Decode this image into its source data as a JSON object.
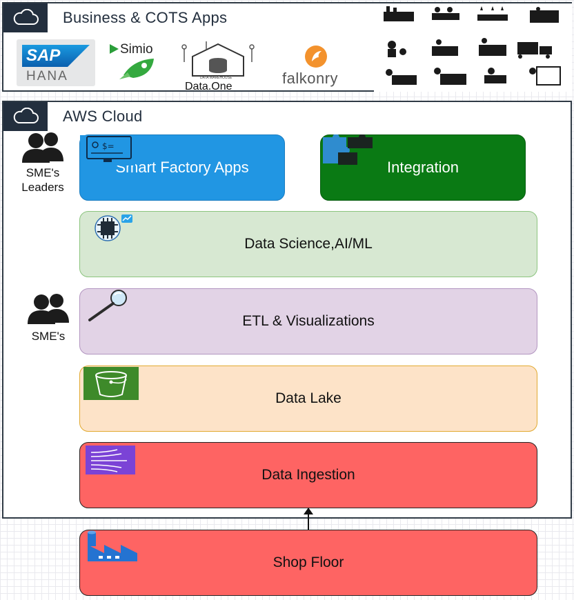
{
  "business": {
    "title": "Business & COTS Apps",
    "vendors": {
      "sap_top": "SAP",
      "sap_bottom": "HANA",
      "simio": "Simio",
      "warehouse_small": "DATA WAREHOUSE",
      "dataone": "Data.One",
      "falkonry": "falkonry"
    }
  },
  "aws": {
    "title": "AWS Cloud"
  },
  "personas": {
    "leaders": "SME's\nLeaders",
    "smes": "SME's"
  },
  "layers": {
    "smart_factory": "Smart Factory Apps",
    "integration": "Integration",
    "data_science": "Data Science,AI/ML",
    "etl": "ETL & Visualizations",
    "data_lake": "Data Lake",
    "ingestion": "Data Ingestion",
    "shop_floor": "Shop Floor"
  },
  "colors": {
    "aws_dark": "#232f3e",
    "smart_factory": "#2196e3",
    "integration": "#0a7a14",
    "data_science_fill": "#d7e8d2",
    "data_science_border": "#8bc47e",
    "etl_fill": "#e2d3e6",
    "etl_border": "#b295c0",
    "lake_fill": "#fde3c8",
    "lake_border": "#e1a92f",
    "ingestion": "#fe6463",
    "shop_floor": "#fe6463"
  },
  "icons": {
    "cloud": "cloud-icon",
    "users": "users-icon",
    "monitor": "monitor-icon",
    "puzzle": "puzzle-icon",
    "chip": "chip-icon",
    "magnifier": "magnifier-icon",
    "bucket": "bucket-icon",
    "kinesis": "streams-icon",
    "factory": "factory-icon"
  }
}
